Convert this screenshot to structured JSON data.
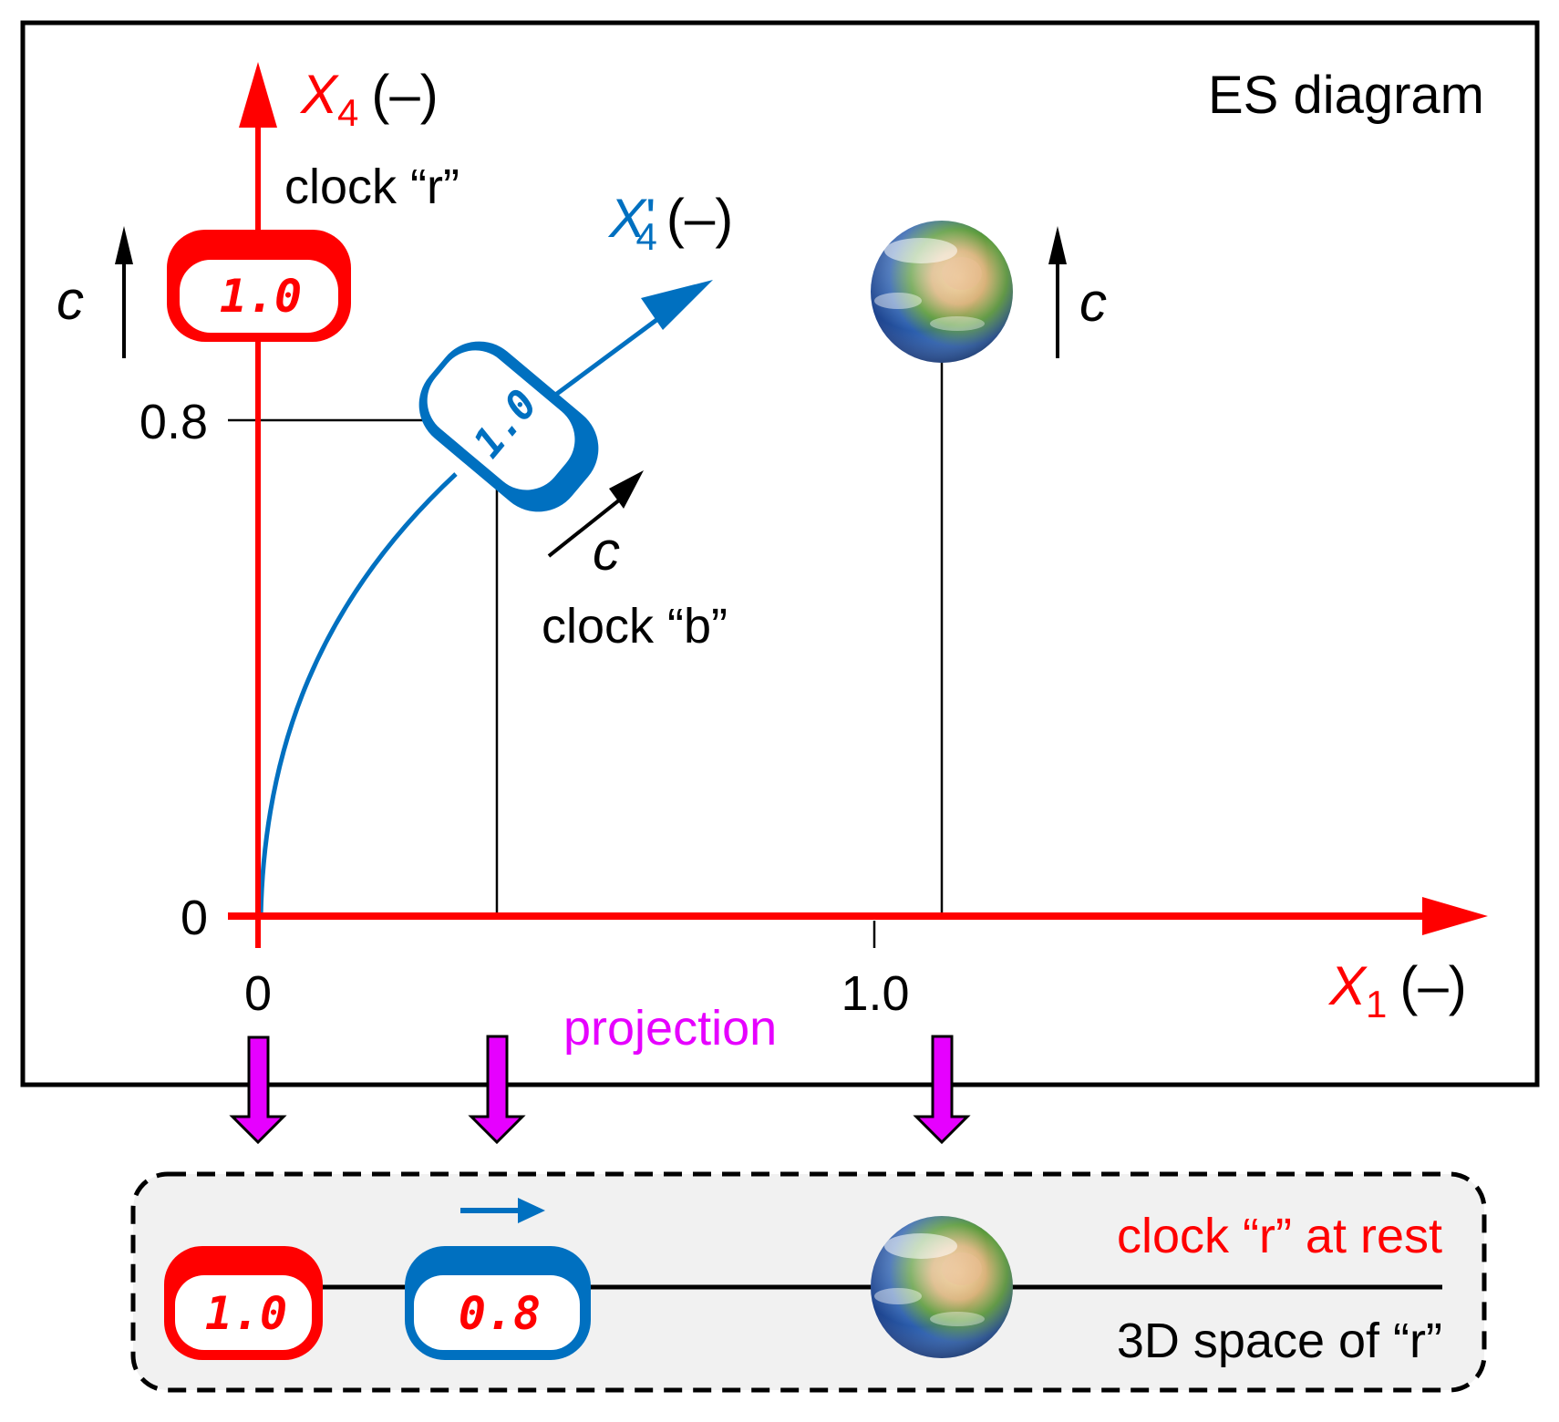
{
  "title": "ES diagram",
  "colors": {
    "red": "#ff0000",
    "blue": "#0070c0",
    "magenta": "#e600ff",
    "black": "#000000",
    "panel_fill": "#f1f1f1"
  },
  "axes": {
    "y_axis": {
      "symbol": "X",
      "subscript": "4",
      "unit": "(–)"
    },
    "y_prime_axis": {
      "symbol": "X",
      "subscript": "4",
      "prime": "'",
      "unit": "(–)"
    },
    "x_axis": {
      "symbol": "X",
      "subscript": "1",
      "unit": "(–)"
    },
    "y_ticks": [
      "0.8",
      "0"
    ],
    "x_ticks": [
      "0",
      "1.0"
    ]
  },
  "labels": {
    "clock_r": "clock “r”",
    "clock_b": "clock “b”",
    "c_left": "c",
    "c_right": "c",
    "c_diag": "c",
    "projection": "projection"
  },
  "clocks": {
    "red_top": "1.0",
    "blue_top": "1.0",
    "red_bottom": "1.0",
    "blue_bottom": "0.8"
  },
  "bottom_panel": {
    "line1": "clock “r” at rest",
    "line2": "3D space of “r”"
  }
}
